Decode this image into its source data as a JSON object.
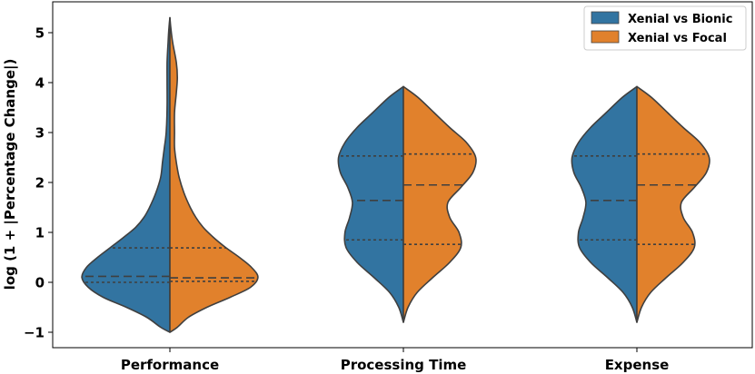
{
  "chart_data": {
    "type": "violin",
    "split": true,
    "categories": [
      "Performance",
      "Processing Time",
      "Expense"
    ],
    "ylabel": "log (1 + |Percentage Change|)",
    "xlabel": "",
    "ylim": [
      -1.2,
      5.5
    ],
    "yticks": [
      -1,
      0,
      1,
      2,
      3,
      4,
      5
    ],
    "grid": false,
    "legend_position": "top-right",
    "series": [
      {
        "name": "Xenial vs Bionic",
        "color": "#3274a1",
        "side": "left",
        "violins": [
          {
            "category": "Performance",
            "quartiles": [
              0.0,
              0.12,
              0.69
            ],
            "profile": [
              [
                -1.0,
                0.0
              ],
              [
                -0.9,
                0.1
              ],
              [
                -0.7,
                0.25
              ],
              [
                -0.5,
                0.47
              ],
              [
                -0.3,
                0.72
              ],
              [
                -0.1,
                0.88
              ],
              [
                0.1,
                0.95
              ],
              [
                0.3,
                0.9
              ],
              [
                0.5,
                0.78
              ],
              [
                0.7,
                0.64
              ],
              [
                0.9,
                0.5
              ],
              [
                1.1,
                0.37
              ],
              [
                1.3,
                0.28
              ],
              [
                1.5,
                0.22
              ],
              [
                1.8,
                0.15
              ],
              [
                2.1,
                0.1
              ],
              [
                2.4,
                0.08
              ],
              [
                2.7,
                0.06
              ],
              [
                3.0,
                0.04
              ],
              [
                3.5,
                0.03
              ],
              [
                4.0,
                0.03
              ],
              [
                4.4,
                0.03
              ],
              [
                4.8,
                0.02
              ],
              [
                5.1,
                0.01
              ],
              [
                5.3,
                0.0
              ]
            ]
          },
          {
            "category": "Processing Time",
            "quartiles": [
              0.85,
              1.64,
              2.53
            ],
            "profile": [
              [
                -0.8,
                0.0
              ],
              [
                -0.5,
                0.05
              ],
              [
                -0.2,
                0.15
              ],
              [
                0.1,
                0.32
              ],
              [
                0.4,
                0.5
              ],
              [
                0.7,
                0.62
              ],
              [
                1.0,
                0.63
              ],
              [
                1.3,
                0.58
              ],
              [
                1.6,
                0.55
              ],
              [
                1.9,
                0.6
              ],
              [
                2.2,
                0.68
              ],
              [
                2.5,
                0.7
              ],
              [
                2.8,
                0.63
              ],
              [
                3.1,
                0.5
              ],
              [
                3.4,
                0.33
              ],
              [
                3.7,
                0.16
              ],
              [
                3.92,
                0.0
              ]
            ]
          },
          {
            "category": "Expense",
            "quartiles": [
              0.85,
              1.64,
              2.53
            ],
            "profile": [
              [
                -0.8,
                0.0
              ],
              [
                -0.5,
                0.05
              ],
              [
                -0.2,
                0.15
              ],
              [
                0.1,
                0.32
              ],
              [
                0.4,
                0.5
              ],
              [
                0.7,
                0.62
              ],
              [
                1.0,
                0.63
              ],
              [
                1.3,
                0.58
              ],
              [
                1.6,
                0.55
              ],
              [
                1.9,
                0.6
              ],
              [
                2.2,
                0.68
              ],
              [
                2.5,
                0.7
              ],
              [
                2.8,
                0.63
              ],
              [
                3.1,
                0.5
              ],
              [
                3.4,
                0.33
              ],
              [
                3.7,
                0.16
              ],
              [
                3.92,
                0.0
              ]
            ]
          }
        ]
      },
      {
        "name": "Xenial vs Focal",
        "color": "#e1812c",
        "side": "right",
        "violins": [
          {
            "category": "Performance",
            "quartiles": [
              0.02,
              0.09,
              0.69
            ],
            "profile": [
              [
                -1.0,
                0.0
              ],
              [
                -0.9,
                0.08
              ],
              [
                -0.7,
                0.2
              ],
              [
                -0.5,
                0.4
              ],
              [
                -0.3,
                0.65
              ],
              [
                -0.1,
                0.87
              ],
              [
                0.1,
                0.95
              ],
              [
                0.3,
                0.88
              ],
              [
                0.5,
                0.75
              ],
              [
                0.7,
                0.6
              ],
              [
                0.9,
                0.47
              ],
              [
                1.1,
                0.36
              ],
              [
                1.3,
                0.28
              ],
              [
                1.5,
                0.22
              ],
              [
                1.8,
                0.15
              ],
              [
                2.1,
                0.1
              ],
              [
                2.4,
                0.07
              ],
              [
                2.7,
                0.05
              ],
              [
                3.0,
                0.05
              ],
              [
                3.4,
                0.05
              ],
              [
                3.8,
                0.07
              ],
              [
                4.1,
                0.08
              ],
              [
                4.4,
                0.07
              ],
              [
                4.8,
                0.03
              ],
              [
                5.1,
                0.01
              ],
              [
                5.3,
                0.0
              ]
            ]
          },
          {
            "category": "Processing Time",
            "quartiles": [
              0.76,
              1.95,
              2.57
            ],
            "profile": [
              [
                -0.8,
                0.0
              ],
              [
                -0.5,
                0.05
              ],
              [
                -0.2,
                0.15
              ],
              [
                0.1,
                0.32
              ],
              [
                0.4,
                0.5
              ],
              [
                0.7,
                0.62
              ],
              [
                1.0,
                0.6
              ],
              [
                1.3,
                0.5
              ],
              [
                1.6,
                0.48
              ],
              [
                1.9,
                0.62
              ],
              [
                2.2,
                0.75
              ],
              [
                2.5,
                0.78
              ],
              [
                2.8,
                0.68
              ],
              [
                3.1,
                0.5
              ],
              [
                3.4,
                0.33
              ],
              [
                3.7,
                0.16
              ],
              [
                3.92,
                0.0
              ]
            ]
          },
          {
            "category": "Expense",
            "quartiles": [
              0.76,
              1.95,
              2.57
            ],
            "profile": [
              [
                -0.8,
                0.0
              ],
              [
                -0.5,
                0.05
              ],
              [
                -0.2,
                0.15
              ],
              [
                0.1,
                0.32
              ],
              [
                0.4,
                0.5
              ],
              [
                0.7,
                0.62
              ],
              [
                1.0,
                0.6
              ],
              [
                1.3,
                0.5
              ],
              [
                1.6,
                0.48
              ],
              [
                1.9,
                0.62
              ],
              [
                2.2,
                0.75
              ],
              [
                2.5,
                0.78
              ],
              [
                2.8,
                0.68
              ],
              [
                3.1,
                0.5
              ],
              [
                3.4,
                0.33
              ],
              [
                3.7,
                0.16
              ],
              [
                3.92,
                0.0
              ]
            ]
          }
        ]
      }
    ]
  }
}
